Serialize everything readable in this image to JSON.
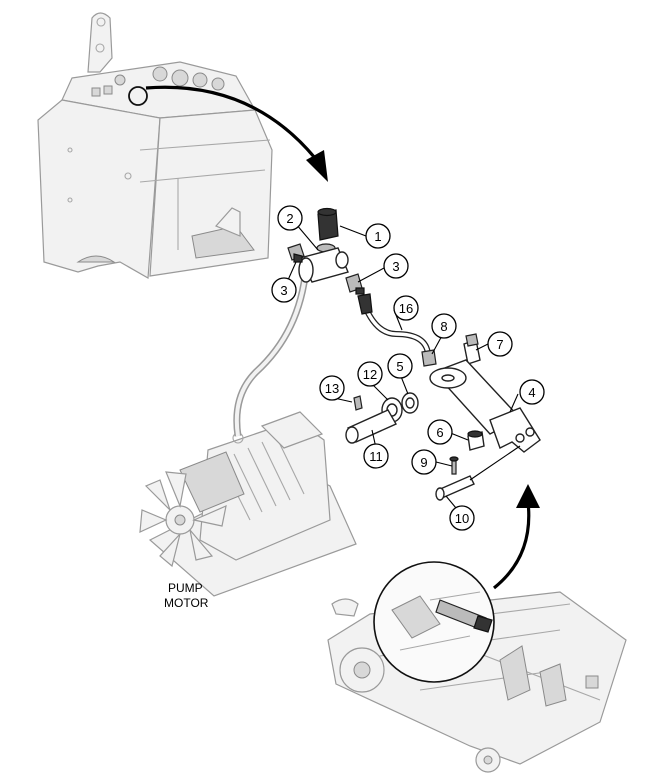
{
  "callouts": [
    {
      "id": "c1",
      "label": "1"
    },
    {
      "id": "c2",
      "label": "2"
    },
    {
      "id": "c3a",
      "label": "3"
    },
    {
      "id": "c3b",
      "label": "3"
    },
    {
      "id": "c4",
      "label": "4"
    },
    {
      "id": "c5",
      "label": "5"
    },
    {
      "id": "c6",
      "label": "6"
    },
    {
      "id": "c7",
      "label": "7"
    },
    {
      "id": "c8",
      "label": "8"
    },
    {
      "id": "c9",
      "label": "9"
    },
    {
      "id": "c10",
      "label": "10"
    },
    {
      "id": "c11",
      "label": "11"
    },
    {
      "id": "c12",
      "label": "12"
    },
    {
      "id": "c13",
      "label": "13"
    },
    {
      "id": "c16",
      "label": "16"
    }
  ],
  "pump_motor_label": {
    "line1": "PUMP",
    "line2": "MOTOR"
  }
}
